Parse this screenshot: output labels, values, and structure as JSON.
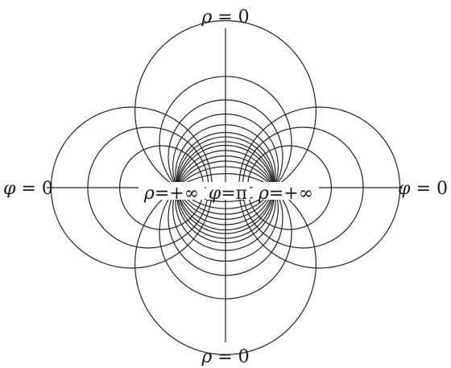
{
  "labels": {
    "top": {
      "symbol": "ρ",
      "rest": " = 0"
    },
    "bottom": {
      "symbol": "ρ",
      "rest": " = 0"
    },
    "left": {
      "symbol": "φ",
      "rest": " = 0"
    },
    "right": {
      "symbol": "φ",
      "rest": " = 0"
    },
    "focus_left": {
      "symbol": "ρ",
      "rest": "=+∞"
    },
    "center": {
      "symbol": "φ",
      "rest": "=π"
    },
    "focus_right": {
      "symbol": "ρ",
      "rest": "=+∞"
    }
  }
}
